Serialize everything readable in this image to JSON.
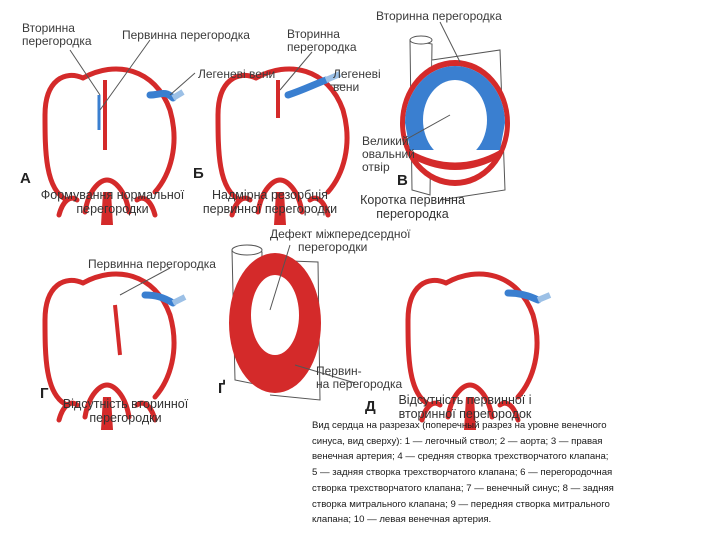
{
  "colors": {
    "red": "#d42a2a",
    "blue": "#3a7fd0",
    "lightblue": "#9cc0e6",
    "line": "#555555"
  },
  "panels": {
    "a": {
      "letter": "А",
      "caption": [
        "Формування нормальної",
        "перегородки"
      ],
      "labels": {
        "secondary": [
          "Вторинна",
          "перегородка"
        ],
        "primary": "Первинна перегородка",
        "veins": "Легеневі вени"
      }
    },
    "b": {
      "letter": "Б",
      "caption": [
        "Надмірна резорбція",
        "первинної перегородки"
      ],
      "labels": {
        "secondary": [
          "Вторинна",
          "перегородка"
        ],
        "veins": [
          "Легеневі",
          "вени"
        ]
      }
    },
    "v": {
      "letter": "В",
      "caption": [
        "Коротка первинна",
        "перегородка"
      ],
      "labels": {
        "secondary": "Вторинна перегородка",
        "foramen": [
          "Великий",
          "овальний",
          "отвір"
        ]
      }
    },
    "g": {
      "letter": "Г",
      "caption": [
        "Відсутність вторинної",
        "перегородки"
      ],
      "labels": {
        "primary": "Первинна перегородка"
      }
    },
    "g2": {
      "letter": "Ґ",
      "labels": {
        "defect": [
          "Дефект міжпередсердної",
          "перегородки"
        ],
        "primary": [
          "Первин-",
          "на перегородка"
        ]
      }
    },
    "d": {
      "letter": "Д",
      "caption": [
        "Відсутність первинної і",
        "вторинної перегородок"
      ]
    }
  },
  "note": [
    "Вид сердца на разрезах (поперечный разрез на уровне венечного",
    "синуса, вид сверху): 1 — легочный ствол; 2 — аорта; 3 — правая",
    "венечная артерия; 4 — средняя створка трехстворчатого клапана;",
    "5 — задняя створка трехстворчатого клапана; 6 — перегородочная",
    "створка трехстворчатого клапана; 7 — венечный синус; 8 — задняя",
    "створка митрального клапана; 9 — передняя створка митрального",
    "клапана; 10 — левая венечная артерия."
  ]
}
